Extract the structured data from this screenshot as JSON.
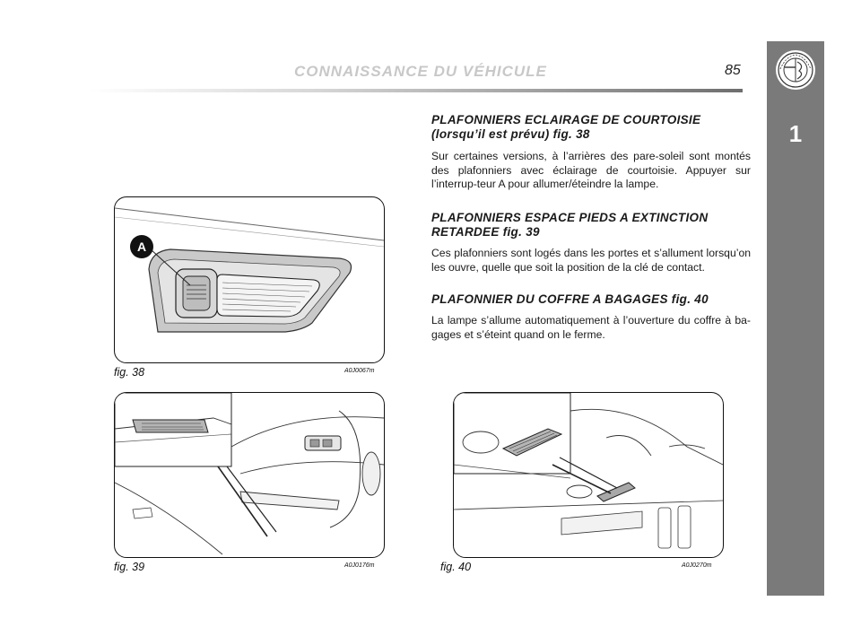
{
  "header": {
    "title": "CONNAISSANCE DU VÉHICULE",
    "page_number": "85"
  },
  "side_tab": {
    "chapter": "1",
    "logo_icon": "alfa-romeo-logo-icon"
  },
  "sections": [
    {
      "title_line1": "PLAFONNIERS ECLAIRAGE DE COURTOISIE",
      "title_line2": "(lorsqu’il est prévu) fig. 38",
      "body": "Sur certaines versions, à l’arrières des pare-soleil sont montés des plafonniers avec éclairage de courtoisie. Appuyer sur l’interrup-teur A pour allumer/éteindre la lampe."
    },
    {
      "title_line1": "PLAFONNIERS ESPACE PIEDS A EXTINCTION",
      "title_line2": "RETARDEE fig. 39",
      "body": "Ces plafonniers sont logés dans les portes et s’allument lorsqu’on les ouvre, quelle que soit la position de la clé de contact."
    },
    {
      "title_line1": "PLAFONNIER DU COFFRE A BAGAGES fig. 40",
      "body": "La lampe s’allume automatiquement à l’ouverture du coffre à ba-gages et s’éteint quand on le ferme."
    }
  ],
  "figures": [
    {
      "label": "fig. 38",
      "code": "A0J0067m",
      "callout": "A"
    },
    {
      "label": "fig. 39",
      "code": "A0J0176m"
    },
    {
      "label": "fig. 40",
      "code": "A0J0270m"
    }
  ]
}
